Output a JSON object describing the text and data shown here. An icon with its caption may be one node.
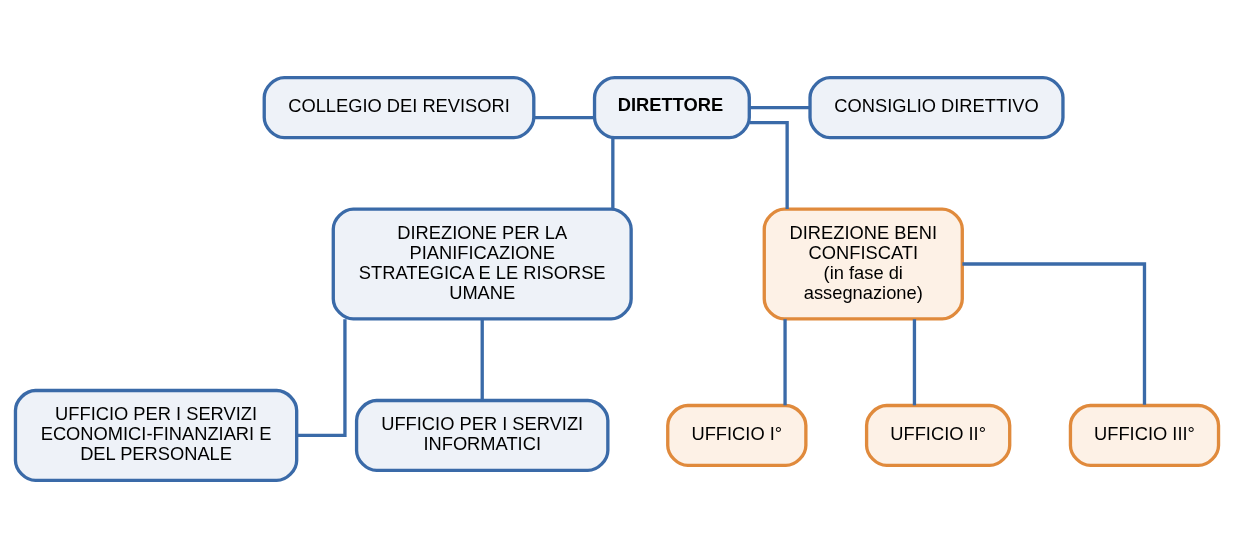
{
  "diagram": {
    "nodes": [
      {
        "text": [
          "DIRETTORE"
        ]
      },
      {
        "text": [
          "COLLEGIO DEI REVISORI"
        ]
      },
      {
        "text": [
          "CONSIGLIO DIRETTIVO"
        ]
      },
      {
        "text": [
          "DIREZIONE PER LA PIANIFICAZIONE STRATEGICA E LE RISORSE UMANE"
        ]
      },
      {
        "text": [
          "DIREZIONE BENI CONFISCATI",
          "(in fase di assegnazione)"
        ]
      },
      {
        "text": [
          "UFFICIO PER I SERVIZI ECONOMICI-FINANZIARI E DEL PERSONALE"
        ]
      },
      {
        "text": [
          "UFFICIO PER I SERVIZI INFORMATICI"
        ]
      },
      {
        "text": [
          "UFFICIO I°"
        ]
      },
      {
        "text": [
          "UFFICIO II°"
        ]
      },
      {
        "text": [
          "UFFICIO III°"
        ]
      }
    ],
    "edges": [
      {
        "from": 0,
        "to": 1,
        "arrow": "none"
      },
      {
        "from": 0,
        "to": 2,
        "arrow": "none"
      },
      {
        "from": 0,
        "to": 3,
        "arrow": "none"
      },
      {
        "from": 0,
        "to": 4,
        "arrow": "none"
      },
      {
        "from": 3,
        "to": 5,
        "arrow": "none"
      },
      {
        "from": 3,
        "to": 6,
        "arrow": "none"
      },
      {
        "from": 4,
        "to": 7,
        "arrow": "none"
      },
      {
        "from": 4,
        "to": 8,
        "arrow": "none"
      },
      {
        "from": 4,
        "to": 9,
        "arrow": "none"
      }
    ]
  }
}
